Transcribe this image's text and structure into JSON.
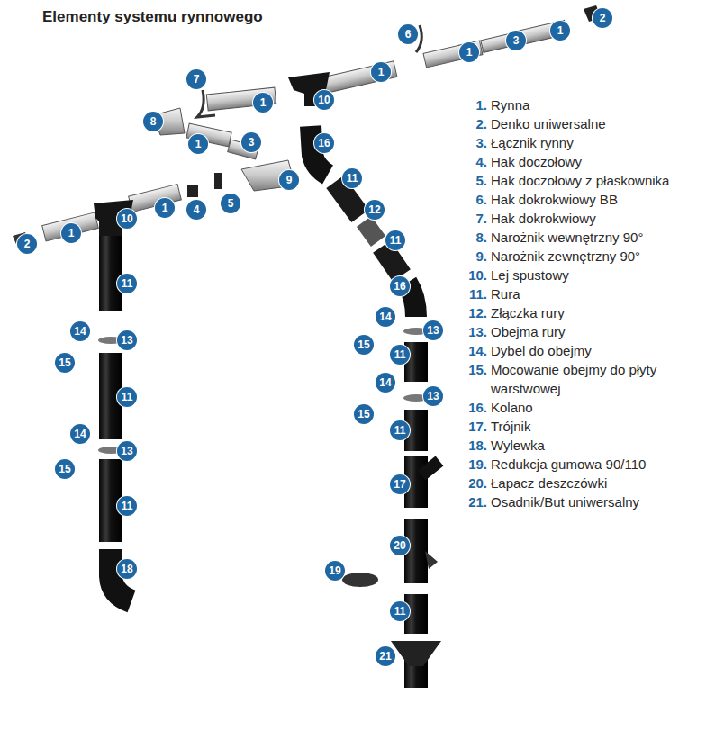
{
  "diagram": {
    "title": "Elementy systemu rynnowego",
    "labels": [
      "2",
      "1",
      "3",
      "1",
      "6",
      "1",
      "10",
      "7",
      "1",
      "8",
      "1",
      "3",
      "16",
      "9",
      "4",
      "5",
      "1",
      "10",
      "1",
      "2",
      "11",
      "12",
      "11",
      "16",
      "14",
      "13",
      "15",
      "11",
      "14",
      "13",
      "15",
      "11",
      "17",
      "19",
      "20",
      "11",
      "21",
      "11",
      "14",
      "13",
      "15",
      "11",
      "14",
      "13",
      "15",
      "11",
      "18",
      "1.",
      "Rynna",
      "2.",
      "Denko uniwersalne",
      "3.",
      "Łącznik rynny",
      "4.",
      "Hak doczołowy",
      "5.",
      "Hak doczołowy z płaskownika",
      "6.",
      "Hak dokrokwiowy BB",
      "7.",
      "Hak dokrokwiowy",
      "8.",
      "Narożnik wewnętrzny 90°",
      "9.",
      "Narożnik zewnętrzny 90°",
      "10.",
      "Lej spustowy",
      "11.",
      "Rura",
      "12.",
      "Złączka rury",
      "13.",
      "Obejma rury",
      "14.",
      "Dybel do obejmy",
      "15.",
      "Mocowanie obejmy do płyty warstwowej",
      "16.",
      "Kolano",
      "17.",
      "Trójnik",
      "18.",
      "Wylewka",
      "19.",
      "Redukcja gumowa 90/110",
      "20.",
      "Łapacz deszczówki",
      "21.",
      "Osadnik/But uniwersalny"
    ]
  }
}
